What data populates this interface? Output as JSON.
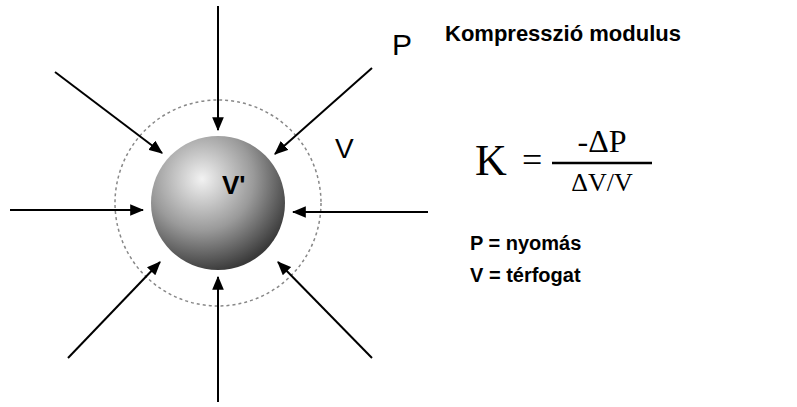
{
  "diagram": {
    "title": "Kompresszió modulus",
    "nodes": [
      {
        "text": [
          "V'"
        ]
      }
    ],
    "labels": [
      "P",
      "V",
      "K",
      "=",
      "-ΔP",
      "ΔV/V",
      "P = nyomás",
      "V = térfogat"
    ]
  }
}
